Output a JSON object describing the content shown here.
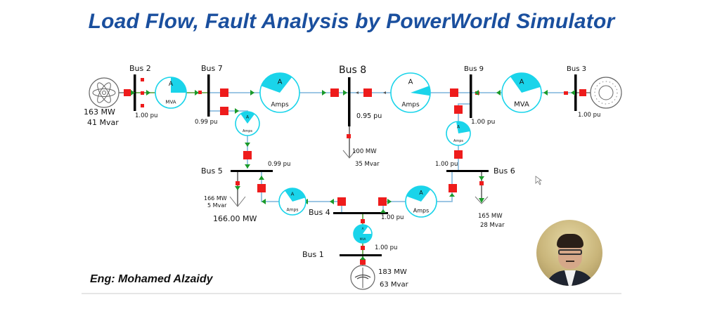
{
  "header": {
    "title": "Load Flow, Fault Analysis by PowerWorld Simulator"
  },
  "footer": {
    "author": "Eng: Mohamed Alzaidy"
  },
  "colors": {
    "title": "#1a4f9e",
    "line": "#8fbfe0",
    "breaker": "#ee1c1c",
    "gauge": "#1ad4ea",
    "arrow": "#1a9a2a",
    "bus": "#000000"
  },
  "buses": {
    "bus2": {
      "label": "Bus 2",
      "voltage": "1.00 pu"
    },
    "bus7": {
      "label": "Bus 7",
      "voltage": "0.99 pu"
    },
    "bus8": {
      "label": "Bus 8",
      "voltage": "0.95 pu"
    },
    "bus9": {
      "label": "Bus 9",
      "voltage": "1.00 pu"
    },
    "bus3": {
      "label": "Bus 3",
      "voltage": "1.00 pu"
    },
    "bus5": {
      "label": "Bus 5",
      "voltage": "0.99 pu"
    },
    "bus6": {
      "label": "Bus 6",
      "voltage": "1.00 pu"
    },
    "bus4": {
      "label": "Bus 4",
      "voltage": "1.00 pu"
    },
    "bus1": {
      "label": "Bus 1",
      "voltage": "1.00 pu"
    }
  },
  "generators": {
    "gen2": {
      "icon": "nuclear-generator-icon",
      "mw": "163 MW",
      "mvar": "41 Mvar"
    },
    "gen3": {
      "icon": "generator-icon"
    },
    "gen1": {
      "icon": "wind-generator-icon",
      "mw": "183 MW",
      "mvar": "63 Mvar"
    }
  },
  "loads": {
    "load8": {
      "mw": "100 MW",
      "mvar": "35 Mvar"
    },
    "load5": {
      "mw": "166 MW",
      "mvar": "5 Mvar",
      "total": "166.00 MW"
    },
    "load6": {
      "mw": "165 MW",
      "mvar": "28 Mvar"
    }
  },
  "gauges": [
    {
      "id": "g2-7",
      "top": "A",
      "unit": "MVA",
      "fill": 0.25
    },
    {
      "id": "g7-8",
      "top": "A",
      "unit": "Amps",
      "fill": 0.3
    },
    {
      "id": "g8-9",
      "top": "A",
      "unit": "Amps",
      "fill": 0.08
    },
    {
      "id": "g9-3",
      "top": "A",
      "unit": "MVA",
      "fill": 0.3
    },
    {
      "id": "g7-5",
      "top": "A",
      "unit": "Amps",
      "fill": 0.2
    },
    {
      "id": "g9-6",
      "top": "A",
      "unit": "Amps",
      "fill": 0.25
    },
    {
      "id": "g5-4",
      "top": "A",
      "unit": "Amps",
      "fill": 0.3
    },
    {
      "id": "g4-6",
      "top": "A",
      "unit": "Amps",
      "fill": 0.3
    },
    {
      "id": "g4-1",
      "top": "A",
      "unit": "MVA",
      "fill": 0.85
    }
  ]
}
